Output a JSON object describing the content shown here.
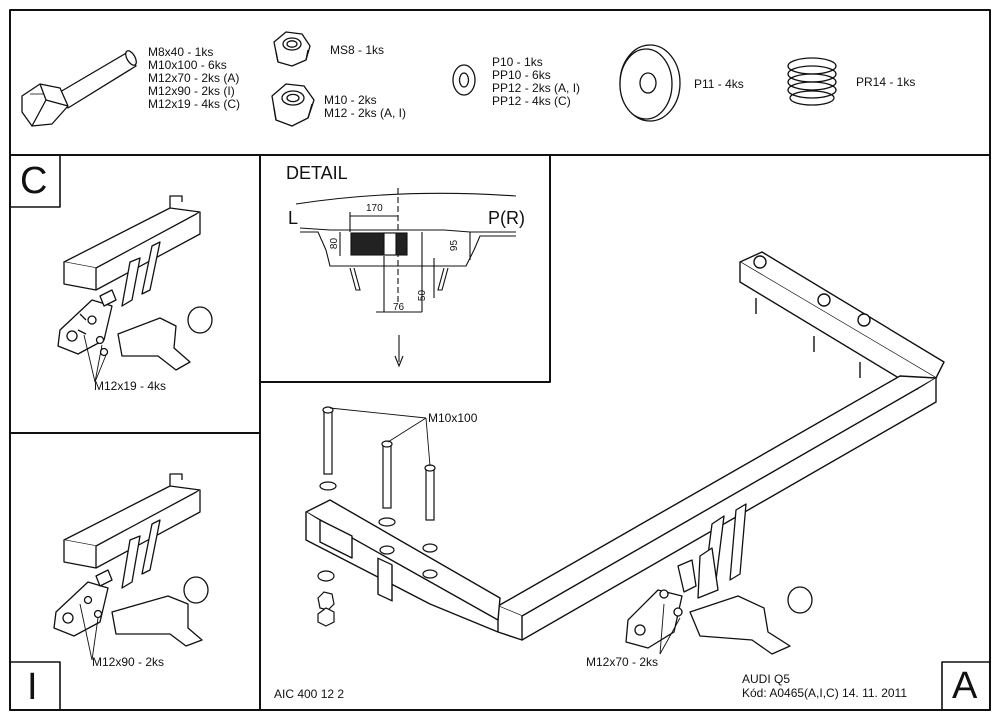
{
  "parts": {
    "bolt_list": [
      "M8x40 - 1ks",
      "M10x100 - 6ks",
      "M12x70 - 2ks (A)",
      "M12x90 - 2ks (I)",
      "M12x19 - 4ks (C)"
    ],
    "ms8": "MS8 - 1ks",
    "nut_list": [
      "M10 - 2ks",
      "M12 - 2ks (A, I)"
    ],
    "washer_list": [
      "P10 - 1ks",
      "PP10 - 6ks",
      "PP12 - 2ks (A, I)",
      "PP12 - 4ks (C)"
    ],
    "p11": "P11 - 4ks",
    "pr14": "PR14 - 1ks"
  },
  "panels": {
    "c": {
      "letter": "C",
      "bolt_label": "M12x19 - 4ks"
    },
    "i": {
      "letter": "I",
      "bolt_label": "M12x90 - 2ks"
    },
    "a": {
      "letter": "A",
      "bolt_label": "M12x70 - 2ks",
      "bolt_top_label": "M10x100"
    }
  },
  "detail": {
    "title": "DETAIL",
    "left": "L",
    "right": "P(R)",
    "dims": {
      "d170": "170",
      "d80": "80",
      "d95": "95",
      "d50": "50",
      "d76": "76"
    }
  },
  "footer": {
    "code": "AIC 400 12 2",
    "vehicle": "AUDI Q5",
    "kod": "Kód: A0465(A,I,C)  14. 11. 2011"
  }
}
